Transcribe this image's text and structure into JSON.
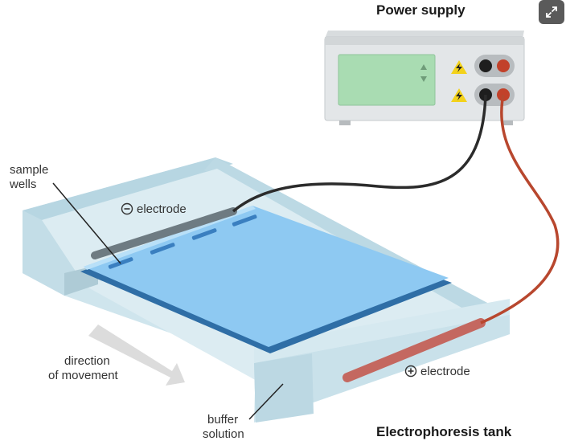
{
  "labels": {
    "power_supply": "Power supply",
    "sample_wells": [
      "sample",
      "wells"
    ],
    "neg_electrode": "electrode",
    "pos_electrode": "electrode",
    "direction": [
      "direction",
      "of movement"
    ],
    "buffer": [
      "buffer",
      "solution"
    ],
    "tank": "Electrophoresis tank"
  },
  "icons": {
    "expand": "expand-icon",
    "minus": "minus-circle-icon",
    "plus": "plus-circle-icon",
    "warning": "warning-bolt-icon"
  },
  "colors": {
    "tank": "#c9e3ec",
    "gel": "#8ec9f2",
    "black_wire": "#2b2b2b",
    "red_wire": "#b8472e",
    "screen": "#a9dcb2",
    "warning": "#f3d21b"
  }
}
